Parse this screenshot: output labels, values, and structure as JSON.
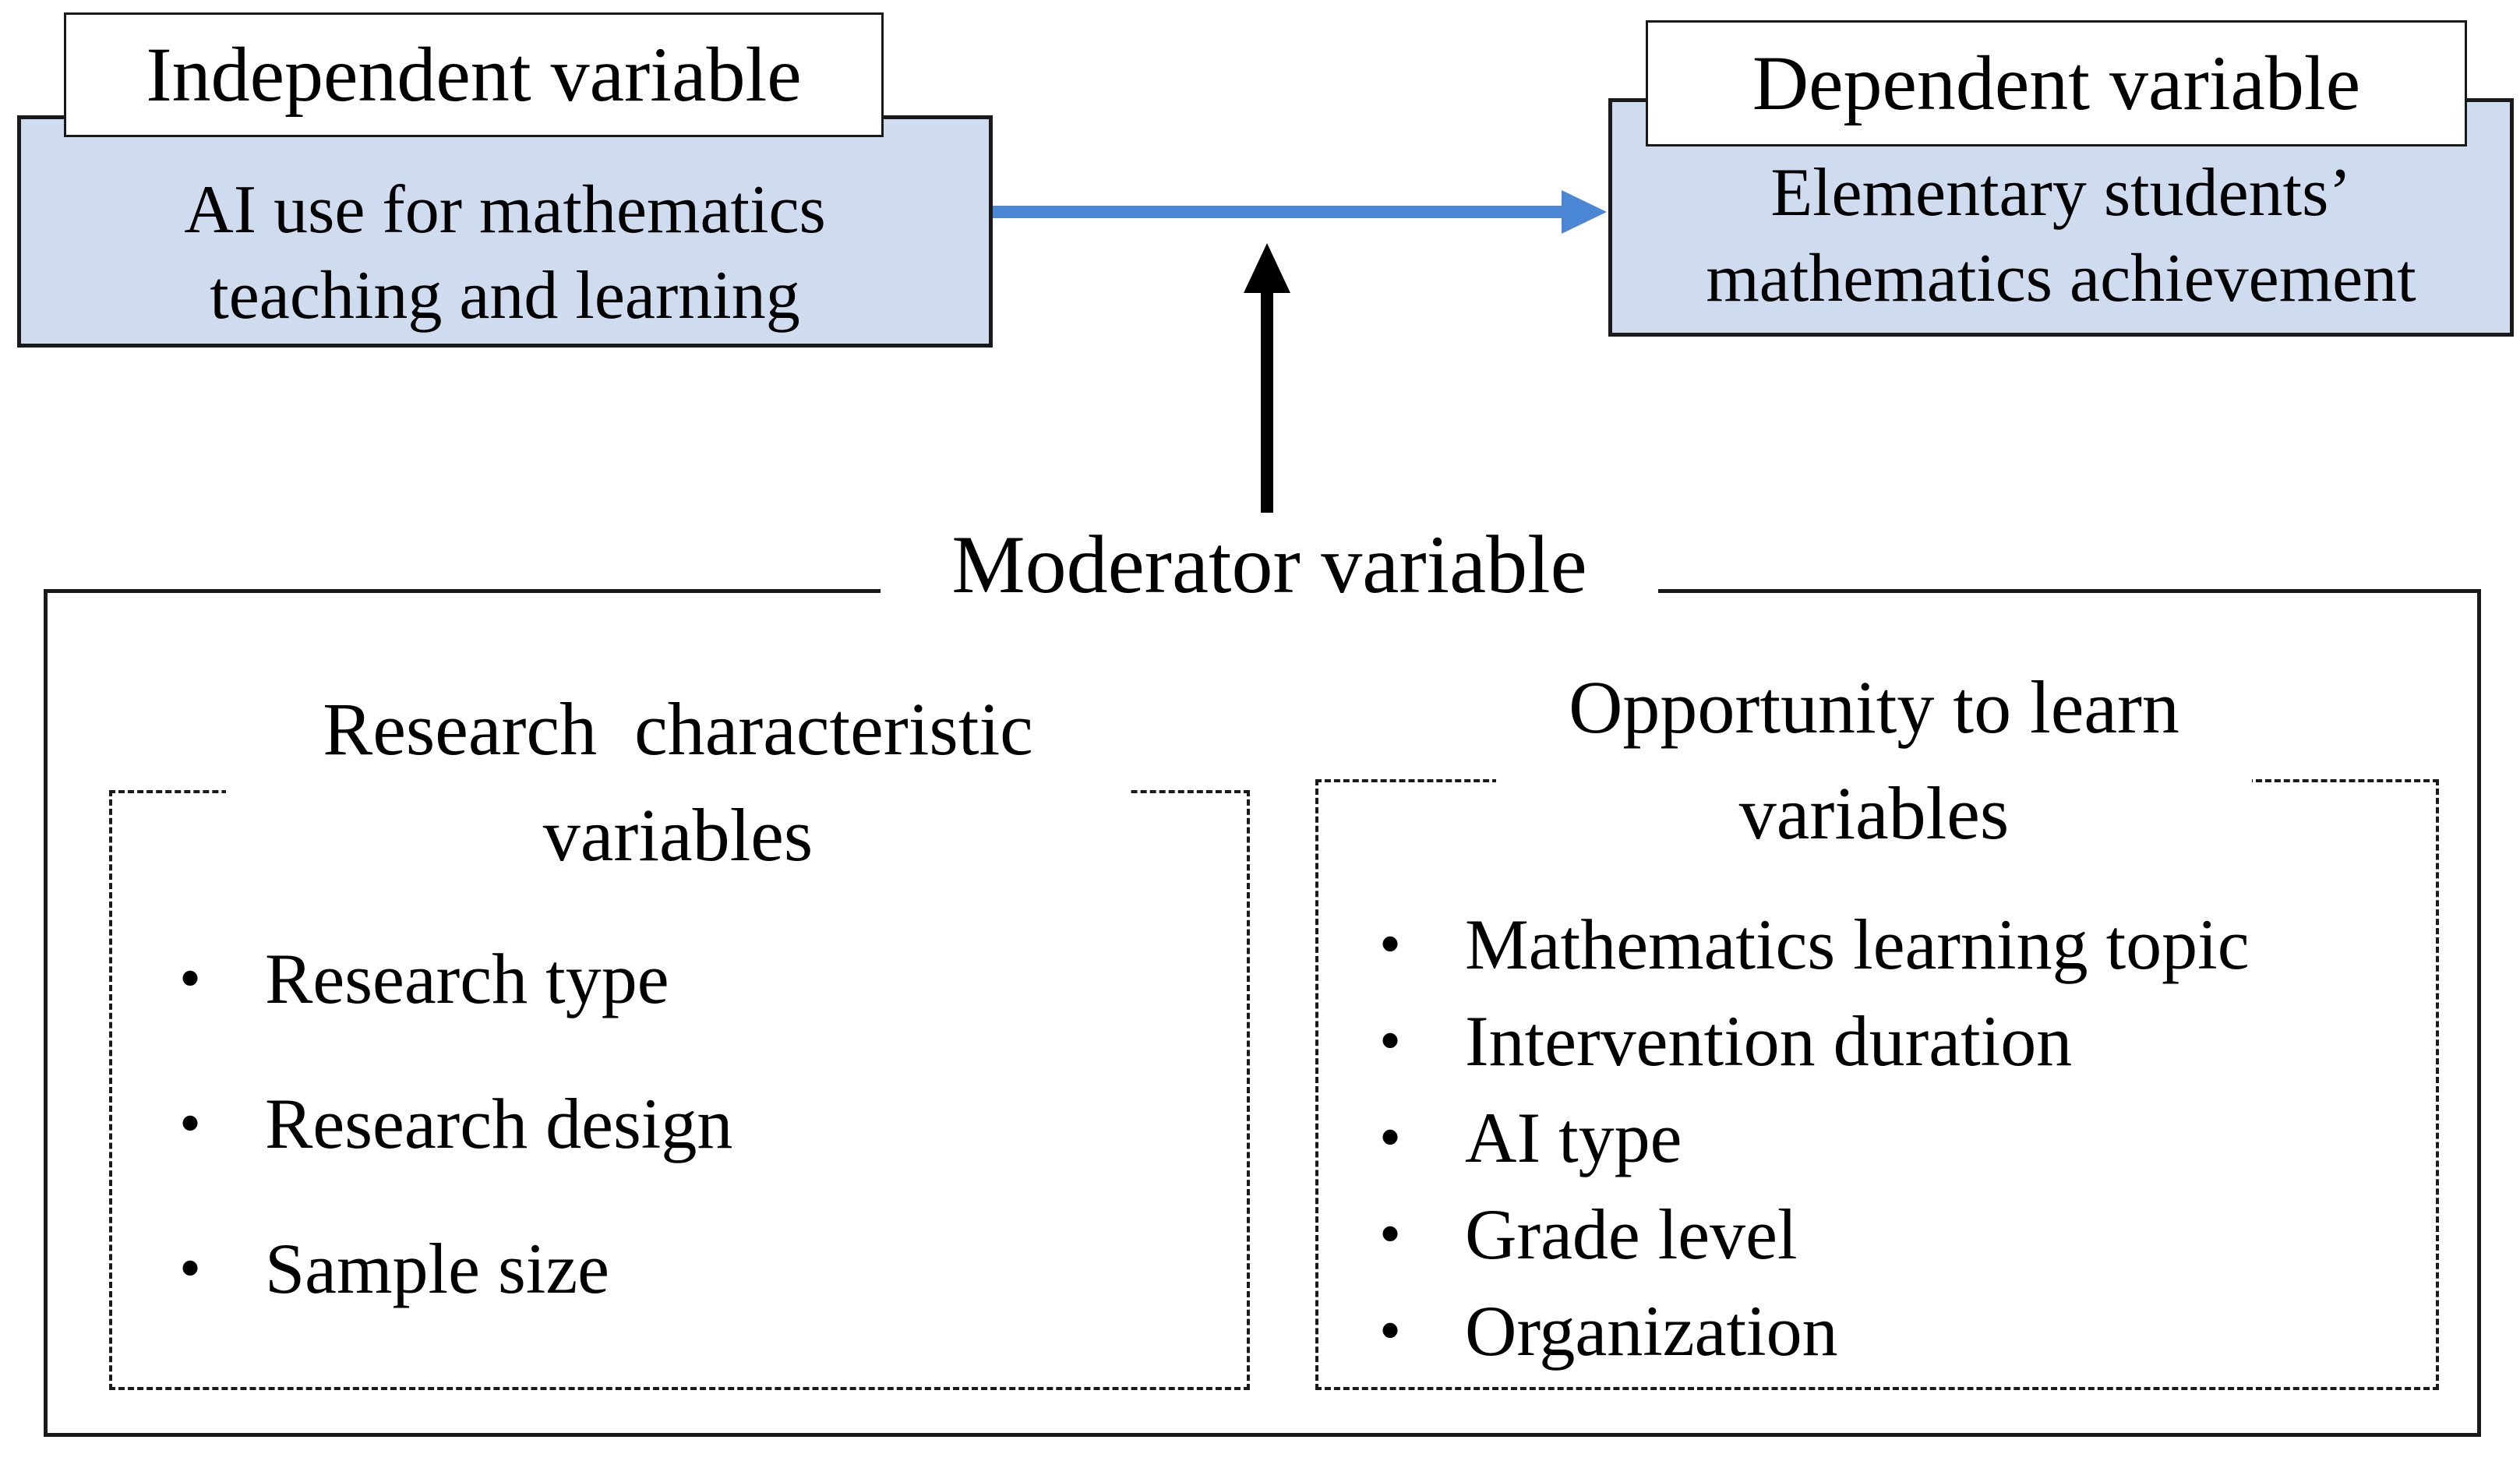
{
  "independent": {
    "title": "Independent variable",
    "line1": "AI use for mathematics",
    "line2": "teaching and learning"
  },
  "dependent": {
    "title": "Dependent variable",
    "line1": "Elementary students’",
    "line2": "mathematics achievement"
  },
  "moderator": {
    "title": "Moderator variable",
    "research": {
      "title_line1": "Research  characteristic",
      "title_line2": "variables",
      "items": [
        "Research type",
        "Research design",
        "Sample size"
      ]
    },
    "opportunity": {
      "title_line1": "Opportunity to learn",
      "title_line2": "variables",
      "items": [
        "Mathematics learning topic",
        "Intervention duration",
        "AI type",
        "Grade level",
        "Organization"
      ]
    }
  },
  "colors": {
    "box_fill": "#cfdcf0",
    "effect_arrow": "#4a86d4",
    "moderator_arrow": "#000000"
  },
  "bullet_glyph": "•"
}
